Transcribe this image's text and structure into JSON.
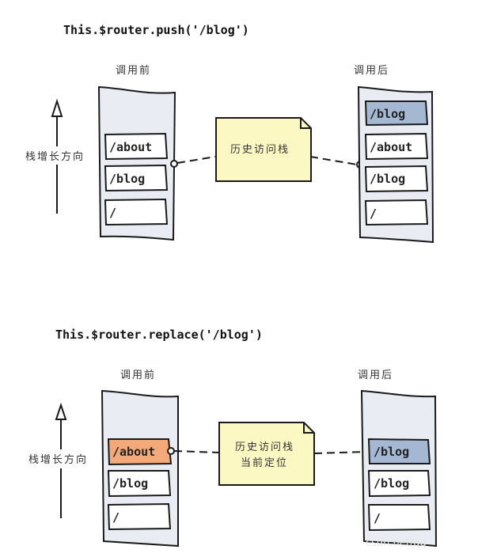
{
  "colors": {
    "stack_bg": "#e9ecf3",
    "item_bg": "#ffffff",
    "highlight_current": "#a5b8d3",
    "highlight_position": "#f4a97a",
    "note_bg": "#fcf8c4",
    "line": "#1a1a1a"
  },
  "diagrams": [
    {
      "title": "This.$router.push('/blog')",
      "growth_label": "栈增长方向",
      "note": [
        "历史访问栈"
      ],
      "before": {
        "label": "调用前",
        "items": [
          {
            "text": "/about",
            "state": "normal"
          },
          {
            "text": "/blog",
            "state": "normal"
          },
          {
            "text": "/",
            "state": "normal"
          }
        ]
      },
      "after": {
        "label": "调用后",
        "items": [
          {
            "text": "/blog",
            "state": "current"
          },
          {
            "text": "/about",
            "state": "normal"
          },
          {
            "text": "/blog",
            "state": "normal"
          },
          {
            "text": "/",
            "state": "normal"
          }
        ]
      }
    },
    {
      "title": "This.$router.replace('/blog')",
      "growth_label": "栈增长方向",
      "note": [
        "历史访问栈",
        "当前定位"
      ],
      "before": {
        "label": "调用前",
        "items": [
          {
            "text": "/about",
            "state": "position"
          },
          {
            "text": "/blog",
            "state": "normal"
          },
          {
            "text": "/",
            "state": "normal"
          }
        ]
      },
      "after": {
        "label": "调用后",
        "items": [
          {
            "text": "/blog",
            "state": "current"
          },
          {
            "text": "/blog",
            "state": "normal"
          },
          {
            "text": "/",
            "state": "normal"
          }
        ]
      }
    }
  ],
  "watermark": "csdn.net/qq"
}
